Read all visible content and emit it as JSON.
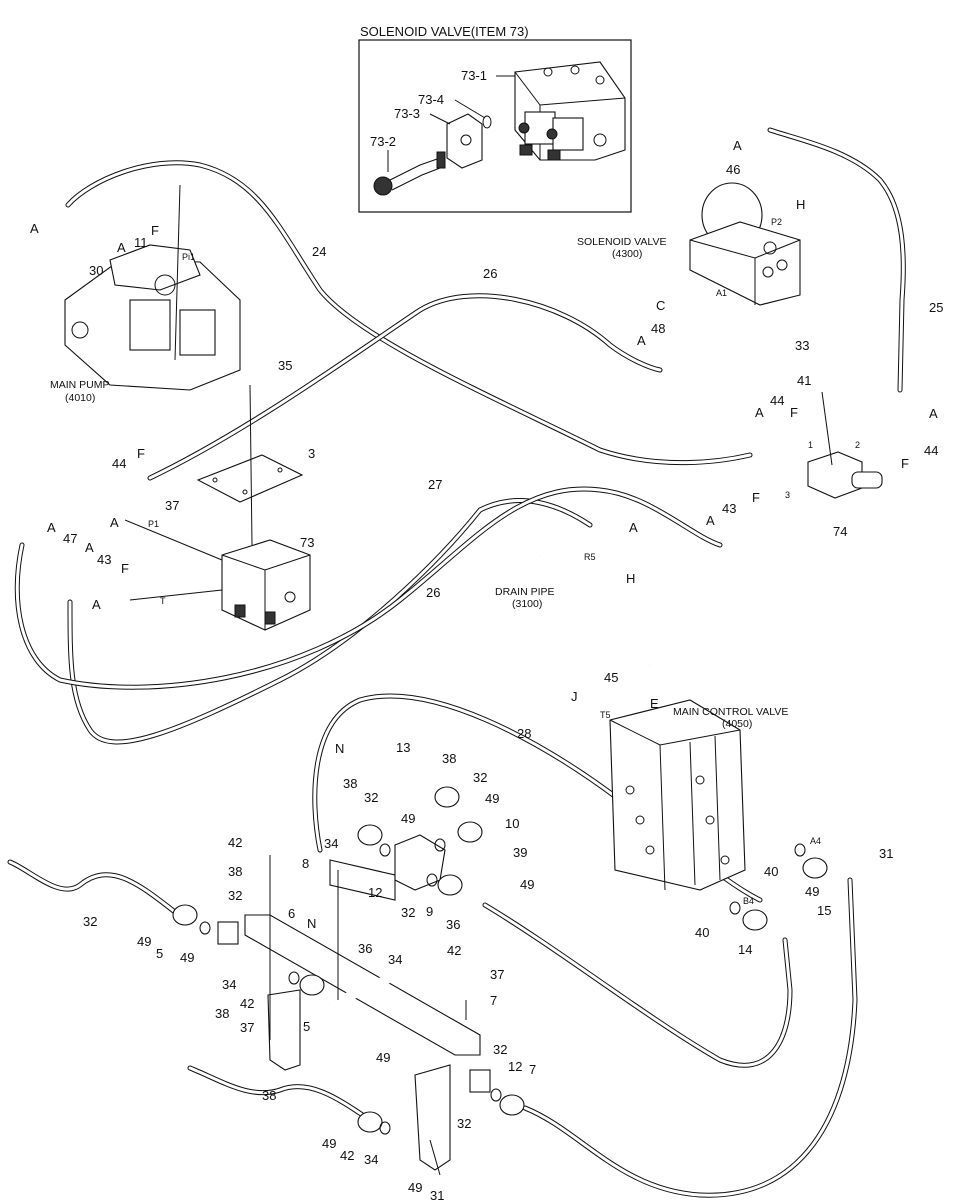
{
  "inset": {
    "title": "SOLENOID VALVE(ITEM 73)",
    "labels": [
      "73-1",
      "73-4",
      "73-3",
      "73-2"
    ]
  },
  "components": {
    "main_pump": {
      "name": "MAIN PUMP",
      "code": "(4010)",
      "port": "Pi1"
    },
    "solenoid_valve": {
      "name": "SOLENOID VALVE",
      "code": "(4300)",
      "ports": [
        "P2",
        "A1"
      ]
    },
    "drain_pipe": {
      "name": "DRAIN PIPE",
      "code": "(3100)",
      "port": "R5"
    },
    "main_control_valve": {
      "name": "MAIN CONTROL VALVE",
      "code": "(4050)",
      "ports": [
        "T5",
        "A4",
        "B4"
      ]
    },
    "block_74_ports": [
      "1",
      "2",
      "3"
    ],
    "valve_73_ports": [
      "P1",
      "T"
    ]
  },
  "callouts": {
    "top_left": [
      "A",
      "F",
      "A",
      "11",
      "30",
      "24"
    ],
    "top_right": [
      "A",
      "46",
      "H",
      "C",
      "48",
      "A",
      "26",
      "25",
      "33",
      "41",
      "44",
      "A",
      "F",
      "A",
      "44",
      "F",
      "74",
      "43",
      "A",
      "F"
    ],
    "middle": [
      "35",
      "3",
      "44",
      "F",
      "37",
      "A",
      "73",
      "27",
      "26",
      "A",
      "47",
      "A",
      "43",
      "A",
      "F",
      "A",
      "H",
      "F"
    ],
    "lower": [
      "45",
      "J",
      "E",
      "28",
      "13",
      "N",
      "38",
      "32",
      "49",
      "38",
      "32",
      "10",
      "49",
      "39",
      "34",
      "42",
      "38",
      "8",
      "49",
      "32",
      "9",
      "36",
      "12",
      "36",
      "32",
      "49",
      "5",
      "49",
      "32",
      "6",
      "N",
      "34",
      "42",
      "37",
      "7",
      "34",
      "42",
      "38",
      "37",
      "5",
      "49",
      "32",
      "12",
      "7",
      "38",
      "32",
      "49",
      "42",
      "34",
      "49",
      "31",
      "40",
      "49",
      "31",
      "40",
      "14",
      "15"
    ]
  }
}
